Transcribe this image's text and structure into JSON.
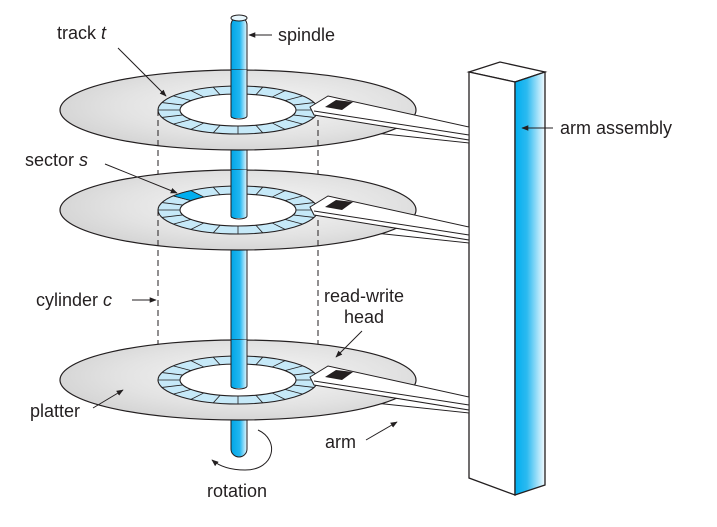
{
  "title": "Disk drive mechanism",
  "labels": {
    "track": "track ",
    "track_var": "t",
    "spindle": "spindle",
    "sector": "sector ",
    "sector_var": "s",
    "arm_assembly": "arm assembly",
    "cylinder": "cylinder ",
    "cylinder_var": "c",
    "read_write_1": "read-write",
    "read_write_2": "head",
    "platter": "platter",
    "arm": "arm",
    "rotation": "rotation"
  },
  "colors": {
    "spindle_blue": "#00aeef",
    "track_fill": "#c6e9f8",
    "sector_highlight": "#00aeef",
    "platter_gray": "#d6d6d6",
    "head_black": "#231f20"
  },
  "diagram": {
    "platter_count": 3,
    "sectors_per_track": 20,
    "highlighted_sector_platter": 2
  }
}
